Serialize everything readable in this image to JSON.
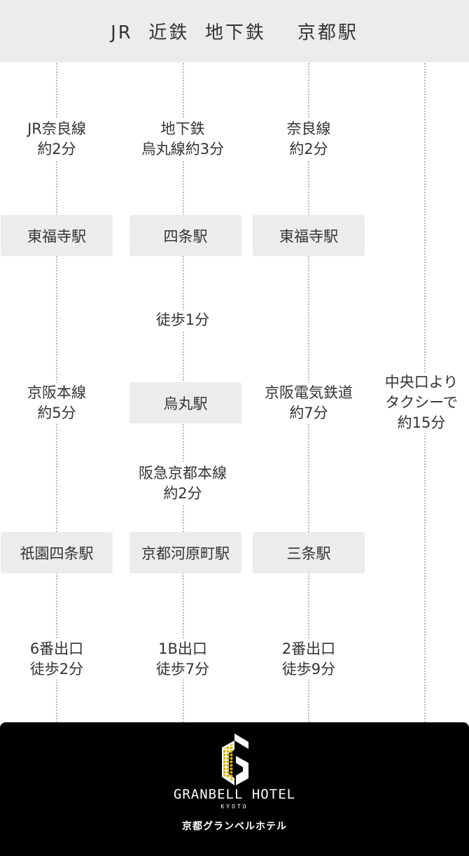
{
  "header": {
    "title": "JR  近鉄  地下鉄    京都駅"
  },
  "columns": [
    {
      "route1": [
        "JR奈良線",
        "約2分"
      ],
      "station1": "東福寺駅",
      "route2": [
        "京阪本線",
        "約5分"
      ],
      "station2": "祇園四条駅",
      "exit": [
        "6番出口",
        "徒歩2分"
      ]
    },
    {
      "route1": [
        "地下鉄",
        "烏丸線約3分"
      ],
      "station1": "四条駅",
      "walk": [
        "徒歩1分"
      ],
      "station_mid": "烏丸駅",
      "route2": [
        "阪急京都本線",
        "約2分"
      ],
      "station2": "京都河原町駅",
      "exit": [
        "1B出口",
        "徒歩7分"
      ]
    },
    {
      "route1": [
        "奈良線",
        "約2分"
      ],
      "station1": "東福寺駅",
      "route2": [
        "京阪電気鉄道",
        "約7分"
      ],
      "station2": "三条駅",
      "exit": [
        "2番出口",
        "徒歩9分"
      ]
    },
    {
      "taxi": [
        "中央口より",
        "タクシーで",
        "約15分"
      ]
    }
  ],
  "footer": {
    "brand": "GRANBELL HOTEL",
    "sub": "KYOTO",
    "name_ja": "京都グランベルホテル",
    "logo_icon": "building-logo-icon",
    "accent": "#d4b400"
  }
}
